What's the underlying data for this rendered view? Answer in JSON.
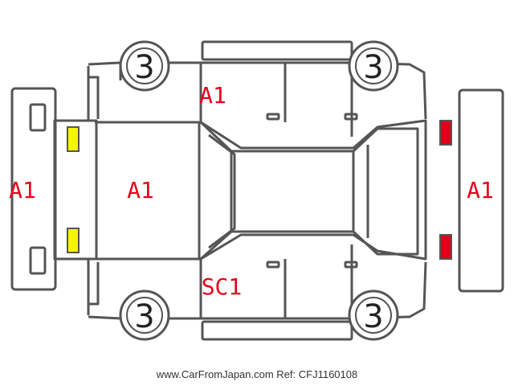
{
  "colors": {
    "outline": "#555555",
    "damage_label": "#e8001c",
    "headlight_fill": "#f5f500",
    "taillight_fill": "#e0001c",
    "badge_text": "#222222"
  },
  "tire_badges": {
    "front_left": "3",
    "front_right": "3",
    "rear_left": "3",
    "rear_right": "3"
  },
  "damage_labels": {
    "front_bumper": "A1",
    "hood": "A1",
    "left_side_top": "A1",
    "right_side_bottom": "SC1",
    "rear_bumper": "A1"
  },
  "footer": {
    "caption": "www.CarFromJapan.com Ref: CFJ1160108"
  }
}
